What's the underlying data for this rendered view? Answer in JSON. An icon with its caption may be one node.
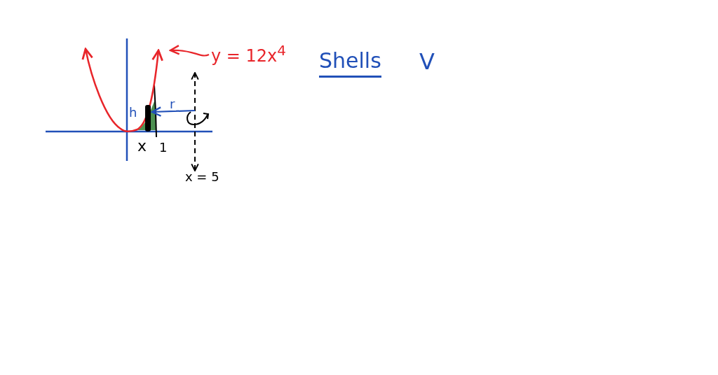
{
  "diagram": {
    "nodes": [
      {
        "text": [
          "y = 12x$^{4}$"
        ]
      },
      {
        "text": [],
        "shape": "curve"
      },
      {
        "text": [],
        "shape": "line",
        "beside": [
          "x = 5"
        ]
      },
      {
        "text": [],
        "shape": "bar",
        "in": 1,
        "beside": [
          "h"
        ]
      }
    ],
    "edges": [
      {
        "from": 0,
        "to": 1,
        "arrow": "to",
        "color": "#e8252a"
      },
      {
        "from": 2,
        "to": 3,
        "arrow": "to",
        "label": "r",
        "color": "#2150b8"
      }
    ],
    "labels": [
      "x",
      "1",
      "Shells",
      "V"
    ]
  }
}
